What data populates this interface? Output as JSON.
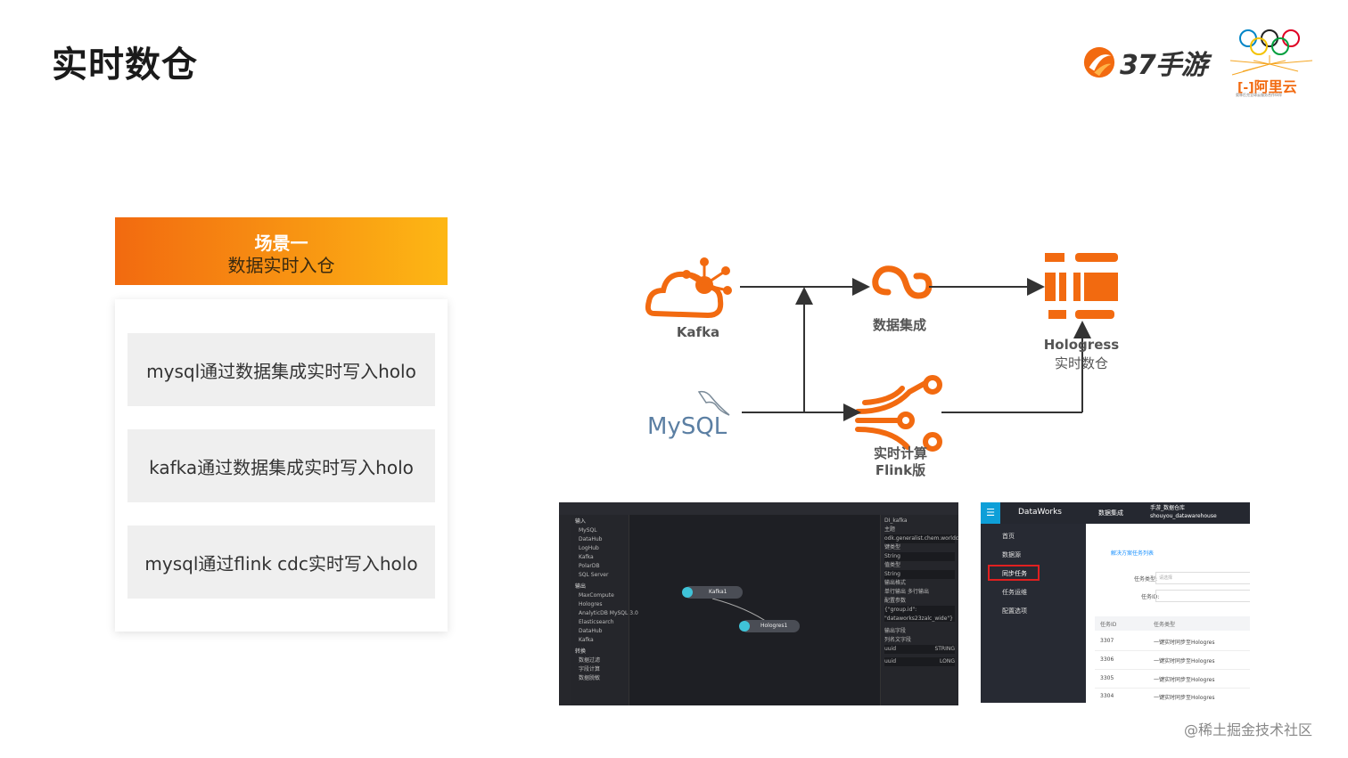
{
  "page": {
    "title": "实时数仓"
  },
  "logos": {
    "brand37": "37手游",
    "aliyun": "阿里云",
    "aliyun_sub": "奥林匹克全球云服务合作伙伴"
  },
  "scenario": {
    "header_line1": "场景一",
    "header_line2": "数据实时入仓",
    "items": [
      "mysql通过数据集成实时写入holo",
      "kafka通过数据集成实时写入holo",
      "mysql通过flink cdc实时写入holo"
    ]
  },
  "diagram": {
    "kafka": "Kafka",
    "mysql": "MySQL",
    "integration": "数据集成",
    "hologres_1": "Hologress",
    "hologres_2": "实时数仓",
    "flink_1": "实时计算",
    "flink_2": "Flink版",
    "colors": {
      "accent": "#f26a10",
      "line": "#333333"
    }
  },
  "screenshot1": {
    "left_groups": [
      "输入",
      "输出",
      "转换"
    ],
    "input_items": [
      "MySQL",
      "DataHub",
      "LogHub",
      "Kafka",
      "PolarDB",
      "SQL Server"
    ],
    "output_items": [
      "MaxCompute",
      "Hologres",
      "AnalyticDB MySQL 3.0",
      "Elasticsearch",
      "DataHub",
      "Kafka"
    ],
    "transform_items": [
      "数据过滤",
      "字段计算",
      "数据脱敏"
    ],
    "node_kafka": "Kafka1",
    "node_holo": "Hologres1",
    "right_panel": [
      "DI_kafka",
      "主题",
      "odk.generalist.chem.worldcloud",
      "键类型",
      "String",
      "值类型",
      "String",
      "输出格式",
      "单行输出",
      "多行输出",
      "配置参数",
      "{\"group.id\": \"dataworks23zalc_wide\"}",
      "输出字段",
      "列名文字段",
      "uuid",
      "STRING",
      "LONG"
    ]
  },
  "screenshot2": {
    "brand": "DataWorks",
    "tab": "数据集成",
    "workspace_line1": "手游_数据仓库",
    "workspace_line2": "shouyou_datawarehouse",
    "menu": [
      "首页",
      "数据源",
      "同步任务",
      "任务运维",
      "配置选项"
    ],
    "breadcrumb": "解决方案任务列表",
    "filter_type_label": "任务类型:",
    "filter_type_placeholder": "请选择",
    "filter_id_label": "任务ID:",
    "table_headers": [
      "任务ID",
      "任务类型"
    ],
    "rows": [
      {
        "id": "3307",
        "type": "一键实时同步至Hologres"
      },
      {
        "id": "3306",
        "type": "一键实时同步至Hologres"
      },
      {
        "id": "3305",
        "type": "一键实时同步至Hologres"
      },
      {
        "id": "3304",
        "type": "一键实时同步至Hologres"
      }
    ]
  },
  "watermark": "@稀土掘金技术社区"
}
